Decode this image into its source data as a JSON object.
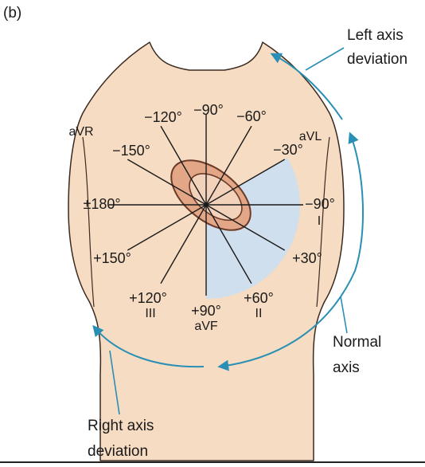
{
  "panel_label": "(b)",
  "colors": {
    "skin_fill": "#f6dcc2",
    "skin_outline": "#3b2a20",
    "normal_zone": "#cfdfee",
    "heart_fill": "#e3a787",
    "heart_outline": "#6b3a28",
    "arrow": "#2a8fb5",
    "axis_line": "#1a1a1a"
  },
  "axes": [
    {
      "angle": -90,
      "label": "−90°",
      "lead": ""
    },
    {
      "angle": -60,
      "label": "−60°",
      "lead": ""
    },
    {
      "angle": -30,
      "label": "−30°",
      "lead": "aVL"
    },
    {
      "angle": 0,
      "label": "−90°",
      "lead": "I"
    },
    {
      "angle": 30,
      "label": "+30°",
      "lead": ""
    },
    {
      "angle": 60,
      "label": "+60°",
      "lead": "II"
    },
    {
      "angle": 90,
      "label": "+90°",
      "lead": "aVF"
    },
    {
      "angle": 120,
      "label": "+120°",
      "lead": "III"
    },
    {
      "angle": 150,
      "label": "+150°",
      "lead": ""
    },
    {
      "angle": 180,
      "label": "±180°",
      "lead": ""
    },
    {
      "angle": -150,
      "label": "−150°",
      "lead": ""
    },
    {
      "angle": -120,
      "label": "−120°",
      "lead": ""
    }
  ],
  "extra_leads": [
    {
      "lead": "aVR"
    }
  ],
  "annotations": {
    "left_axis": [
      "Left axis",
      "deviation"
    ],
    "normal_axis": [
      "Normal",
      "axis"
    ],
    "right_axis": [
      "Right axis",
      "deviation"
    ]
  }
}
